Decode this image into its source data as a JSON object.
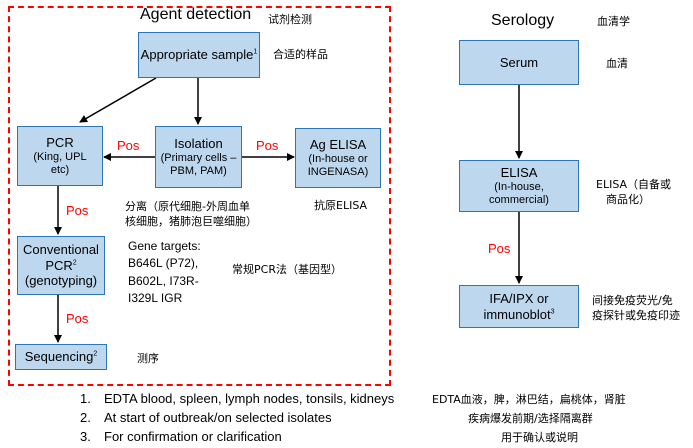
{
  "agent_detection": {
    "title": "Agent detection",
    "title_zh": "试剂检测",
    "sample": {
      "label": "Appropriate sample",
      "sup": "1",
      "zh": "合适的样品"
    },
    "pcr": {
      "title": "PCR",
      "sub": "(King, UPL etc)"
    },
    "isolation": {
      "title": "Isolation",
      "sub": "(Primary cells – PBM, PAM)",
      "zh_line1": "分离（原代细胞-外周血单",
      "zh_line2": "核细胞，猪肺泡巨噬细胞）"
    },
    "ag_elisa": {
      "title": "Ag ELISA",
      "sub": "(In-house or INGENASA)",
      "zh": "抗原ELISA"
    },
    "conventional_pcr": {
      "line1": "Conventional",
      "line2": "PCR",
      "sup": "2",
      "line3": "(genotyping)",
      "zh": "常规PCR法（基因型）"
    },
    "sequencing": {
      "label": "Sequencing",
      "sup": "2",
      "zh": "测序"
    },
    "gene_targets": [
      "Gene targets:",
      "B646L (P72),",
      "B602L, I73R-",
      "I329L IGR"
    ],
    "pos": "Pos"
  },
  "serology": {
    "title": "Serology",
    "title_zh": "血清学",
    "serum": {
      "label": "Serum",
      "zh": "血清"
    },
    "elisa": {
      "title": "ELISA",
      "sub": "(In-house, commercial)",
      "zh_line1": "ELISA（自备或",
      "zh_line2": "商品化）"
    },
    "ifa": {
      "line1": "IFA/IPX or",
      "line2": "immunoblot",
      "sup": "3",
      "zh_line1": "间接免疫荧光/免",
      "zh_line2": "疫探针或免疫印迹"
    },
    "pos": "Pos"
  },
  "footnotes": [
    {
      "num": "1.",
      "text": "EDTA blood, spleen, lymph nodes, tonsils, kidneys",
      "zh": "EDTA血液，脾，淋巴结，扁桃体，肾脏"
    },
    {
      "num": "2.",
      "text": "At start of outbreak/on selected isolates",
      "zh": "疾病爆发前期/选择隔离群"
    },
    {
      "num": "3.",
      "text": "For confirmation or clarification",
      "zh": "用于确认或说明"
    }
  ]
}
